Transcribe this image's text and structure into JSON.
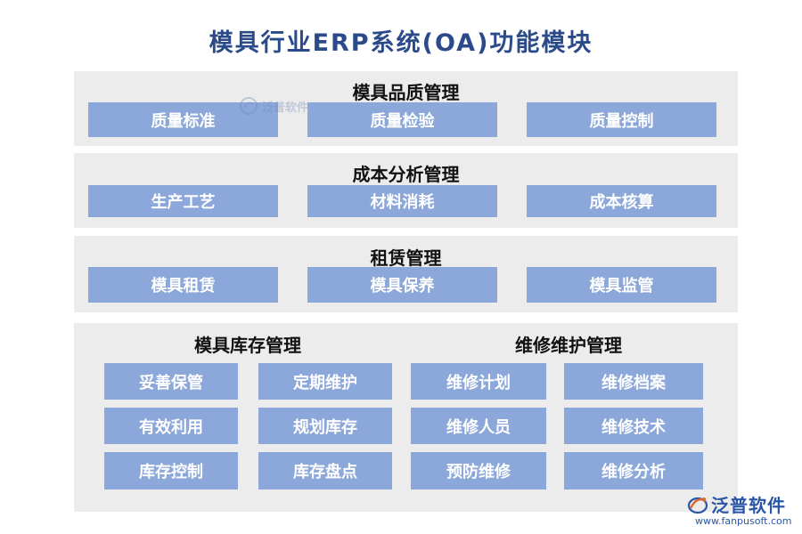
{
  "title": "模具行业ERP系统(OA)功能模块",
  "sections": {
    "quality": {
      "title": "模具品质管理",
      "items": [
        "质量标准",
        "质量检验",
        "质量控制"
      ]
    },
    "cost": {
      "title": "成本分析管理",
      "items": [
        "生产工艺",
        "材料消耗",
        "成本核算"
      ]
    },
    "lease": {
      "title": "租赁管理",
      "items": [
        "模具租赁",
        "模具保养",
        "模具监管"
      ]
    },
    "inventory": {
      "title": "模具库存管理",
      "items": [
        "妥善保管",
        "定期维护",
        "有效利用",
        "规划库存",
        "库存控制",
        "库存盘点"
      ]
    },
    "maintenance": {
      "title": "维修维护管理",
      "items": [
        "维修计划",
        "维修档案",
        "维修人员",
        "维修技术",
        "预防维修",
        "维修分析"
      ]
    }
  },
  "watermark": {
    "text": "泛普软件"
  },
  "logo": {
    "name": "泛普软件",
    "url": "www.fanpusoft.com",
    "icon": "fanpu-logo-icon",
    "brand_color": "#2a56a8"
  },
  "colors": {
    "title": "#2a4a8a",
    "panel_bg": "#ececec",
    "module_bg": "#8ca8da",
    "module_text": "#ffffff"
  }
}
